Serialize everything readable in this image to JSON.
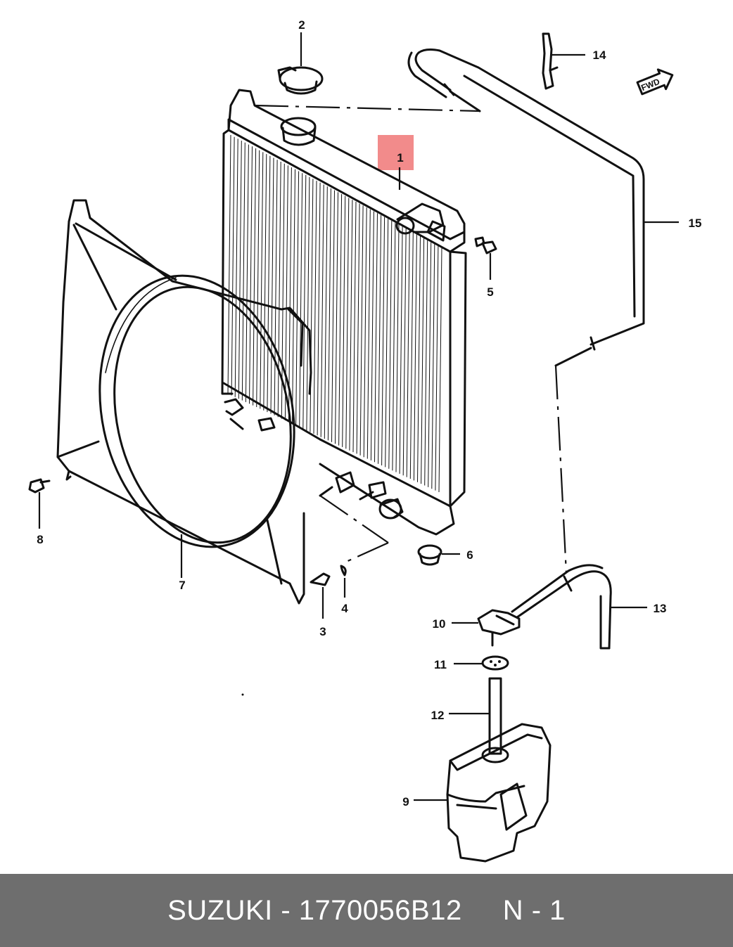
{
  "diagram": {
    "part_labels": {
      "p1": "1",
      "p2": "2",
      "p3": "3",
      "p4": "4",
      "p5": "5",
      "p6": "6",
      "p7": "7",
      "p8": "8",
      "p9": "9",
      "p10": "10",
      "p11": "11",
      "p12": "12",
      "p13": "13",
      "p14": "14",
      "p15": "15"
    },
    "fwd_mark": "FWD",
    "highlight_color": "#f28b8b",
    "highlighted_part": "1"
  },
  "footer": {
    "text": "SUZUKI - 1770056B12     N - 1",
    "background": "#6e6e6e"
  }
}
